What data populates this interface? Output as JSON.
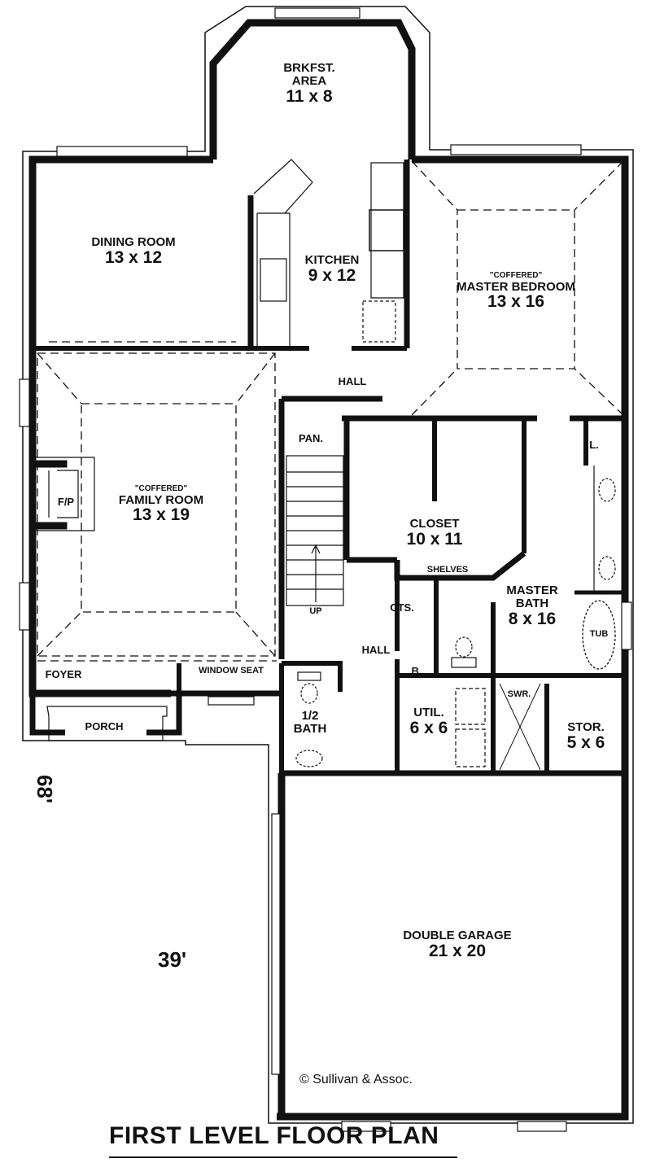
{
  "plan": {
    "title": "FIRST LEVEL FLOOR PLAN",
    "copyright": "© Sullivan & Assoc.",
    "overall_width": "39'",
    "overall_depth": "68'"
  },
  "rooms": {
    "breakfast": {
      "name_line1": "BRKFST.",
      "name_line2": "AREA",
      "dims": "11 x 8"
    },
    "dining": {
      "name": "DINING ROOM",
      "dims": "13 x 12"
    },
    "kitchen": {
      "name": "KITCHEN",
      "dims": "9 x 12"
    },
    "master_bedroom": {
      "note": "\"COFFERED\"",
      "name": "MASTER BEDROOM",
      "dims": "13 x 16"
    },
    "family_room": {
      "note": "\"COFFERED\"",
      "name": "FAMILY ROOM",
      "dims": "13 x 19"
    },
    "fireplace": {
      "name": "F/P"
    },
    "hall_upper": {
      "name": "HALL"
    },
    "pantry": {
      "name": "PAN."
    },
    "closet": {
      "name": "CLOSET",
      "dims": "10 x 11"
    },
    "shelves": {
      "name": "SHELVES"
    },
    "linen": {
      "name": "L."
    },
    "master_bath": {
      "name_line1": "MASTER",
      "name_line2": "BATH",
      "dims": "8 x 16"
    },
    "tub": {
      "name": "TUB"
    },
    "stairs": {
      "name": "UP"
    },
    "cts": {
      "name": "CTS."
    },
    "hall_lower": {
      "name": "HALL"
    },
    "broom": {
      "name": "B."
    },
    "shower": {
      "name": "SWR."
    },
    "utility": {
      "name": "UTIL.",
      "dims": "6 x 6"
    },
    "storage": {
      "name": "STOR.",
      "dims": "5 x 6"
    },
    "half_bath": {
      "name_line1": "1/2",
      "name_line2": "BATH"
    },
    "foyer": {
      "name": "FOYER"
    },
    "window_seat": {
      "name": "WINDOW SEAT"
    },
    "porch": {
      "name": "PORCH"
    },
    "garage": {
      "name": "DOUBLE GARAGE",
      "dims": "21 x 20"
    }
  }
}
